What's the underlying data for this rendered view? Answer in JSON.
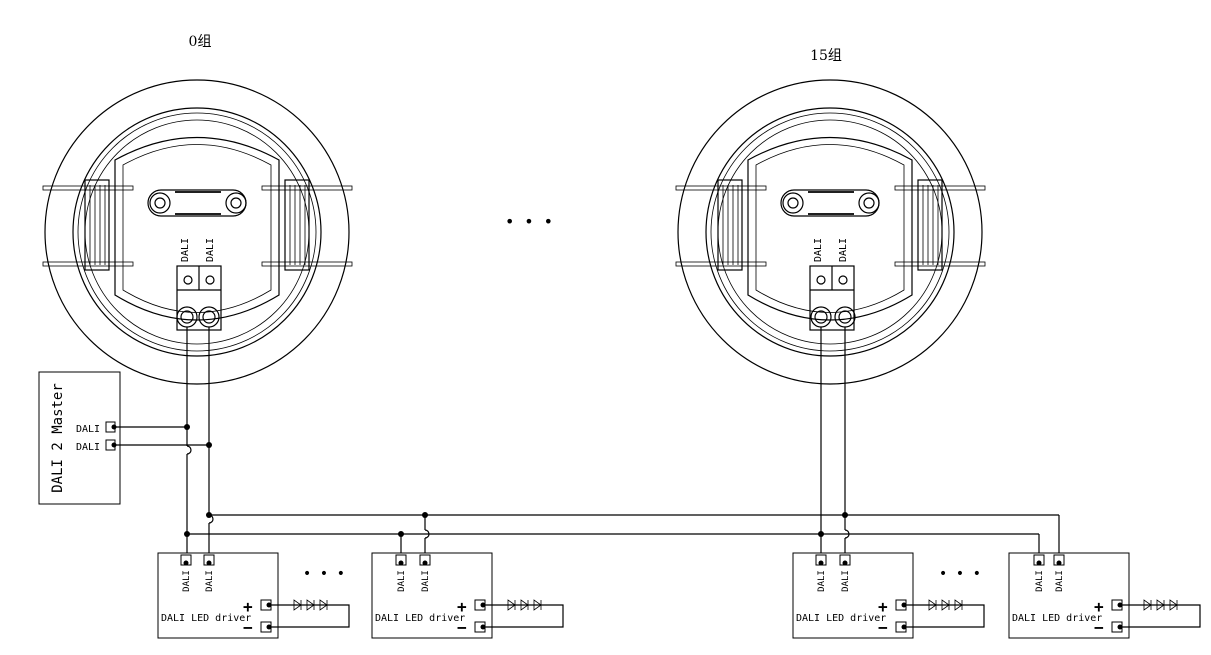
{
  "sensors": [
    {
      "group_label": "0组",
      "terminal_labels": [
        "DALI",
        "DALI"
      ]
    },
    {
      "group_label": "15组",
      "terminal_labels": [
        "DALI",
        "DALI"
      ]
    }
  ],
  "master": {
    "title": "DALI 2 Master",
    "ports": [
      "DALI",
      "DALI"
    ]
  },
  "drivers": [
    {
      "label": "DALI LED driver",
      "terminals": [
        "DALI",
        "DALI"
      ],
      "plus": "+",
      "minus": "−"
    },
    {
      "label": "DALI LED driver",
      "terminals": [
        "DALI",
        "DALI"
      ],
      "plus": "+",
      "minus": "−"
    },
    {
      "label": "DALI LED driver",
      "terminals": [
        "DALI",
        "DALI"
      ],
      "plus": "+",
      "minus": "−"
    },
    {
      "label": "DALI LED driver",
      "terminals": [
        "DALI",
        "DALI"
      ],
      "plus": "+",
      "minus": "−"
    }
  ],
  "ellipsis": "• • •"
}
